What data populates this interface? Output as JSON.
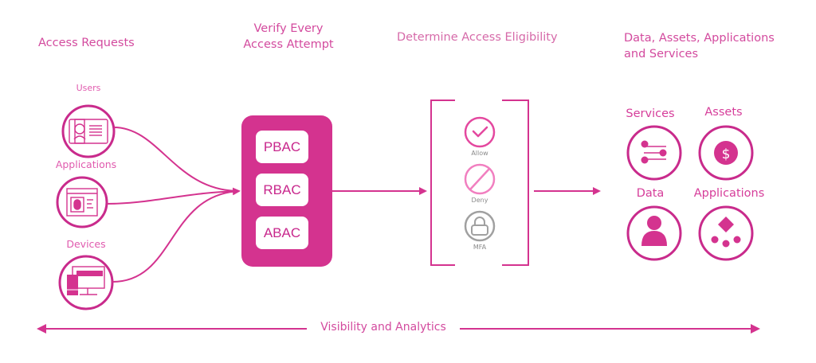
{
  "colors": {
    "primary": "#d4338f",
    "light": "#ec7cc0",
    "gray": "#9b9b9b",
    "text": "#d34a9e"
  },
  "headings": {
    "access_requests": "Access Requests",
    "verify_line1": "Verify Every",
    "verify_line2": "Access Attempt",
    "determine": "Determine Access Eligibility",
    "resources_line1": "Data, Assets, Applications",
    "resources_line2": "and Services"
  },
  "requesters": [
    {
      "label": "Users",
      "icon": "id-card-icon"
    },
    {
      "label": "Applications",
      "icon": "app-window-icon"
    },
    {
      "label": "Devices",
      "icon": "devices-icon"
    }
  ],
  "policies": [
    "PBAC",
    "RBAC",
    "ABAC"
  ],
  "decisions": [
    {
      "label": "Allow",
      "icon": "check-circle-icon"
    },
    {
      "label": "Deny",
      "icon": "deny-circle-icon"
    },
    {
      "label": "MFA",
      "icon": "lock-icon"
    }
  ],
  "resources": [
    {
      "label": "Services",
      "icon": "services-sliders-icon"
    },
    {
      "label": "Assets",
      "icon": "dollar-coin-icon"
    },
    {
      "label": "Data",
      "icon": "person-icon"
    },
    {
      "label": "Applications",
      "icon": "app-hierarchy-icon"
    }
  ],
  "footer": {
    "label": "Visibility and Analytics"
  }
}
